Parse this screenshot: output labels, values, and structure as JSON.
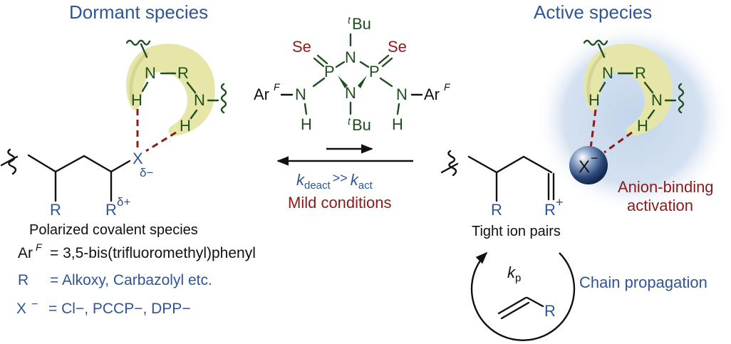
{
  "titles": {
    "dormant": "Dormant species",
    "active": "Active species"
  },
  "catalyst_motif": {
    "atoms": [
      "N",
      "R",
      "N",
      "H",
      "H"
    ]
  },
  "center_catalyst": {
    "tbu_top": "Bu",
    "tbu_bottom": "Bu",
    "tbu_prefix": "t",
    "se_left": "Se",
    "se_right": "Se",
    "p_left": "P",
    "p_right": "P",
    "n_top": "N",
    "n_bottom": "N",
    "n_left": "N",
    "n_right": "N",
    "h_left": "H",
    "h_right": "H",
    "arf_left": "Ar",
    "arf_right": "Ar",
    "arf_sup": "F"
  },
  "dormant_chain": {
    "r1": "R",
    "r2": "R",
    "r2_charge": "δ+",
    "x": "X",
    "x_charge": "δ−",
    "caption": "Polarized covalent species"
  },
  "equilibrium": {
    "k_deact": "k",
    "k_deact_sub": "deact",
    "relation": ">>",
    "k_act": "k",
    "k_act_sub": "act",
    "conditions": "Mild conditions"
  },
  "active_chain": {
    "r1": "R",
    "r2": "R",
    "r2_charge": "+",
    "caption": "Tight ion pairs",
    "anion": "X",
    "anion_charge": "−",
    "activation_line1": "Anion-binding",
    "activation_line2": "activation"
  },
  "legend": {
    "arf_label": "Ar",
    "arf_sup": "F",
    "arf_def": "= 3,5-bis(trifluoromethyl)phenyl",
    "r_label": "R",
    "r_def": "= Alkoxy, Carbazolyl etc.",
    "x_label": "X",
    "x_sup": "−",
    "x_def": "= Cl−, PCCP−, DPP−"
  },
  "propagation": {
    "k": "k",
    "k_sub": "p",
    "monomer_r": "R",
    "label": "Chain propagation"
  },
  "colors": {
    "blue": "#2f5597",
    "green": "#1f4e1f",
    "red": "#8b1a1a",
    "catalyst_fill": "#e6e6a8",
    "halo": "#c9d9ec",
    "anion_sphere": "#1f3a66"
  }
}
